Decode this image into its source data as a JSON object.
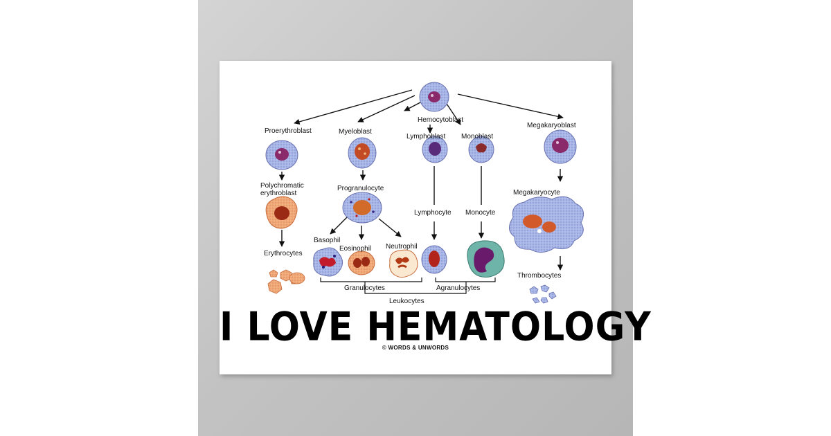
{
  "title": "I LOVE HEMATOLOGY",
  "credit": "© WORDS & UNWORDS",
  "colors": {
    "cell_blue": "#a7b6e6",
    "nucleus_purple": "#8a2a6a",
    "cell_orange": "#f0a878",
    "nucleus_red": "#b6341a",
    "monocyte_teal": "#6fb4a8"
  },
  "nodes": {
    "hemocytoblast": "Hemocytoblast",
    "proerythroblast": "Proerythroblast",
    "myeloblast": "Myeloblast",
    "lymphoblast": "Lymphoblast",
    "monoblast": "Monoblast",
    "megakaryoblast": "Megakaryoblast",
    "polychromatic_1": "Polychromatic",
    "polychromatic_2": "erythroblast",
    "progranulocyte": "Progranulocyte",
    "lymphocyte": "Lymphocyte",
    "monocyte": "Monocyte",
    "megakaryocyte": "Megakaryocyte",
    "basophil": "Basophil",
    "eosinophil": "Eosinophil",
    "neutrophil": "Neutrophil",
    "erythrocytes": "Erythrocytes",
    "thrombocytes": "Thrombocytes"
  },
  "groups": {
    "granulocytes": "Granulocytes",
    "agranulocytes": "Agranulocytes",
    "leukocytes": "Leukocytes"
  }
}
